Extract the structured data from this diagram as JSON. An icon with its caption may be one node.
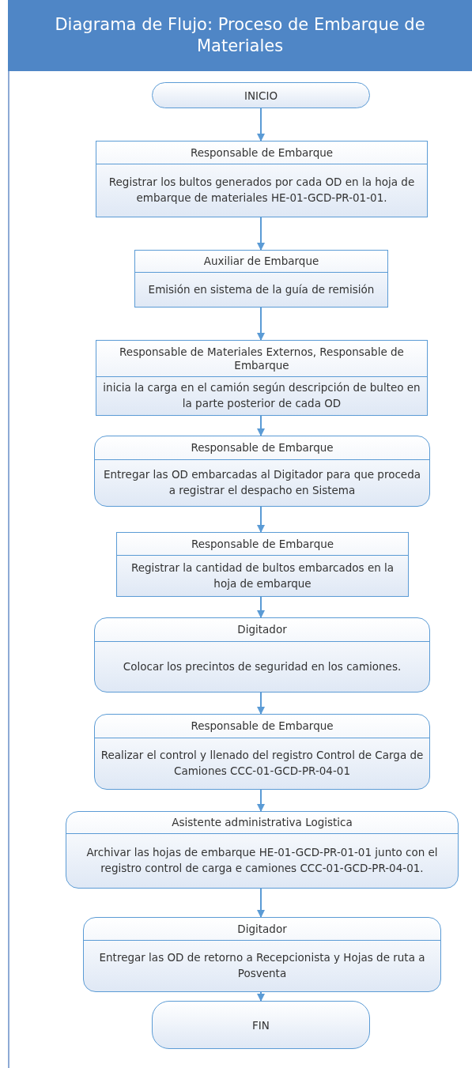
{
  "diagram": {
    "title": "Diagrama de Flujo: Proceso de Embarque de Materiales",
    "nodes": [
      {
        "text": [
          "INICIO"
        ]
      },
      {
        "text": [
          "Responsable de Embarque",
          "Registrar los bultos generados por cada OD en la hoja de embarque de materiales HE-01-GCD-PR-01-01."
        ]
      },
      {
        "text": [
          "Auxiliar de Embarque",
          "Emisión en sistema de la guía de remisión"
        ]
      },
      {
        "text": [
          "Responsable de Materiales Externos, Responsable de Embarque",
          "inicia la carga en el camión según descripción de bulteo en la parte posterior de cada OD"
        ]
      },
      {
        "text": [
          "Responsable de Embarque",
          "Entregar las OD embarcadas al Digitador para que proceda a registrar el despacho en Sistema"
        ]
      },
      {
        "text": [
          "Responsable de Embarque",
          "Registrar la cantidad de bultos embarcados en la hoja de embarque"
        ]
      },
      {
        "text": [
          "Digitador",
          "Colocar los precintos de seguridad en los camiones."
        ]
      },
      {
        "text": [
          "Responsable de Embarque",
          "Realizar el control y llenado del registro Control de Carga de Camiones CCC-01-GCD-PR-04-01"
        ]
      },
      {
        "text": [
          "Asistente administrativa Logistica",
          "Archivar las hojas de embarque HE-01-GCD-PR-01-01 junto con el registro control de carga e camiones CCC-01-GCD-PR-04-01."
        ]
      },
      {
        "text": [
          "Digitador",
          "Entregar las OD de retorno a Recepcionista y  Hojas de ruta a Posventa"
        ]
      },
      {
        "text": [
          "FIN"
        ]
      }
    ],
    "edges": [
      {
        "from": 0,
        "to": 1,
        "arrow": "to"
      },
      {
        "from": 1,
        "to": 2,
        "arrow": "to"
      },
      {
        "from": 2,
        "to": 3,
        "arrow": "to"
      },
      {
        "from": 3,
        "to": 4,
        "arrow": "to"
      },
      {
        "from": 4,
        "to": 5,
        "arrow": "to"
      },
      {
        "from": 5,
        "to": 6,
        "arrow": "to"
      },
      {
        "from": 6,
        "to": 7,
        "arrow": "to"
      },
      {
        "from": 7,
        "to": 8,
        "arrow": "to"
      },
      {
        "from": 8,
        "to": 9,
        "arrow": "to"
      },
      {
        "from": 9,
        "to": 10,
        "arrow": "to"
      }
    ]
  }
}
